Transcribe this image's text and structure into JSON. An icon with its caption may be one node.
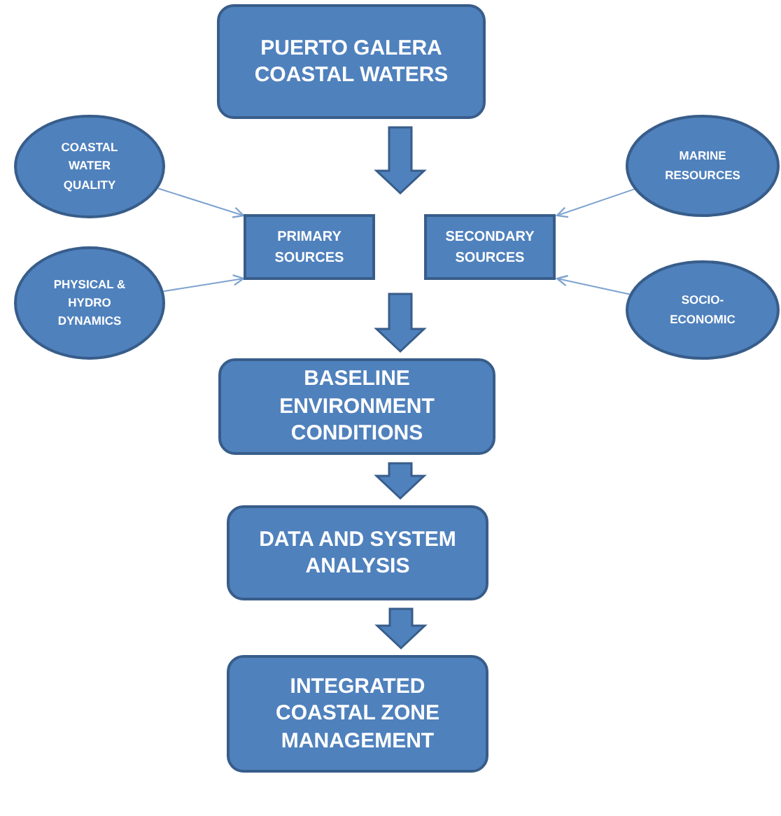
{
  "diagram": {
    "nodes": [
      {
        "text": [
          "PUERTO GALERA COASTAL WATERS"
        ]
      },
      {
        "text": [
          "COASTAL WATER QUALITY"
        ]
      },
      {
        "text": [
          "PRIMARY SOURCES"
        ]
      },
      {
        "text": [
          "SECONDARY SOURCES"
        ]
      },
      {
        "text": [
          "PHYSICAL & HYDRO DYNAMICS"
        ]
      },
      {
        "text": [
          "MARINE RESOURCES"
        ]
      },
      {
        "text": [
          "SOCIO-ECONOMIC"
        ]
      },
      {
        "text": [
          "BASELINE ENVIRONMENT CONDITIONS"
        ]
      },
      {
        "text": [
          "DATA AND SYSTEM ANALYSIS"
        ]
      },
      {
        "text": [
          "INTEGRATED COASTAL ZONE MANAGEMENT"
        ]
      }
    ],
    "edges": [
      {
        "from": 0,
        "to": null,
        "arrow": "to",
        "style": "thick"
      },
      {
        "from": 1,
        "to": 2,
        "arrow": "to",
        "color": "#7ea3cf"
      },
      {
        "from": 4,
        "to": 2,
        "arrow": "to",
        "color": "#7ea3cf"
      },
      {
        "from": 5,
        "to": 3,
        "arrow": "to",
        "color": "#7ea3cf"
      },
      {
        "from": 6,
        "to": 3,
        "arrow": "to",
        "color": "#7ea3cf"
      },
      {
        "from": null,
        "to": 7,
        "arrow": "to",
        "style": "thick"
      },
      {
        "from": 7,
        "to": 8,
        "arrow": "to",
        "style": "thick"
      },
      {
        "from": 8,
        "to": 9,
        "arrow": "to",
        "style": "thick"
      }
    ]
  }
}
